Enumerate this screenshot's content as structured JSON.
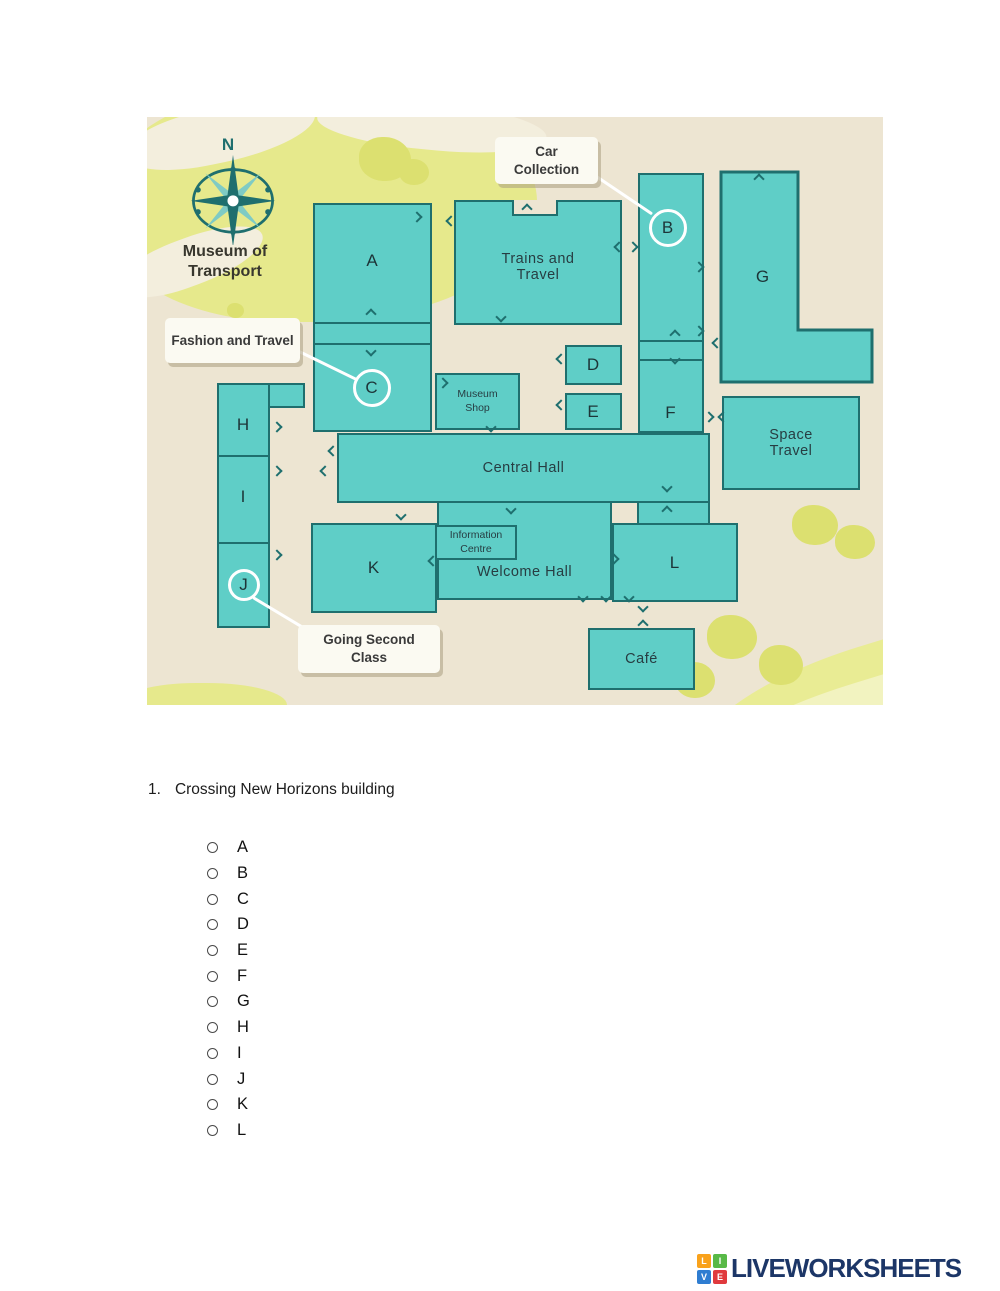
{
  "map": {
    "region_title": "Museum of Transport",
    "compass_n": "N",
    "buildings": {
      "a": "A",
      "b": "B",
      "c": "C",
      "d": "D",
      "e": "E",
      "f": "F",
      "g": "G",
      "h": "H",
      "i": "I",
      "j": "J",
      "k": "K",
      "l": "L",
      "trains": "Trains and Travel",
      "museum_shop": "Museum Shop",
      "central_hall": "Central Hall",
      "information_centre": "Information Centre",
      "welcome_hall": "Welcome Hall",
      "space_travel": "Space Travel",
      "cafe": "Café"
    },
    "callouts": {
      "car_collection": "Car Collection",
      "fashion_travel": "Fashion and Travel",
      "going_second_class": "Going Second Class"
    },
    "colors": {
      "building_fill": "#5FCEC7",
      "building_outline": "#1F6F6E",
      "ground": "#EDE5D2",
      "grass": "#E6E98C"
    }
  },
  "question": {
    "number": "1.",
    "text": "Crossing New Horizons building",
    "options": [
      "A",
      "B",
      "C",
      "D",
      "E",
      "F",
      "G",
      "H",
      "I",
      "J",
      "K",
      "L"
    ]
  },
  "footer": {
    "brand": "LIVEWORKSHEETS",
    "logo_letters": [
      "L",
      "I",
      "V",
      "E"
    ],
    "logo_colors": [
      "#F9A21B",
      "#58B947",
      "#2F7DD1",
      "#E03A3E"
    ],
    "brand_color": "#1C3667"
  }
}
